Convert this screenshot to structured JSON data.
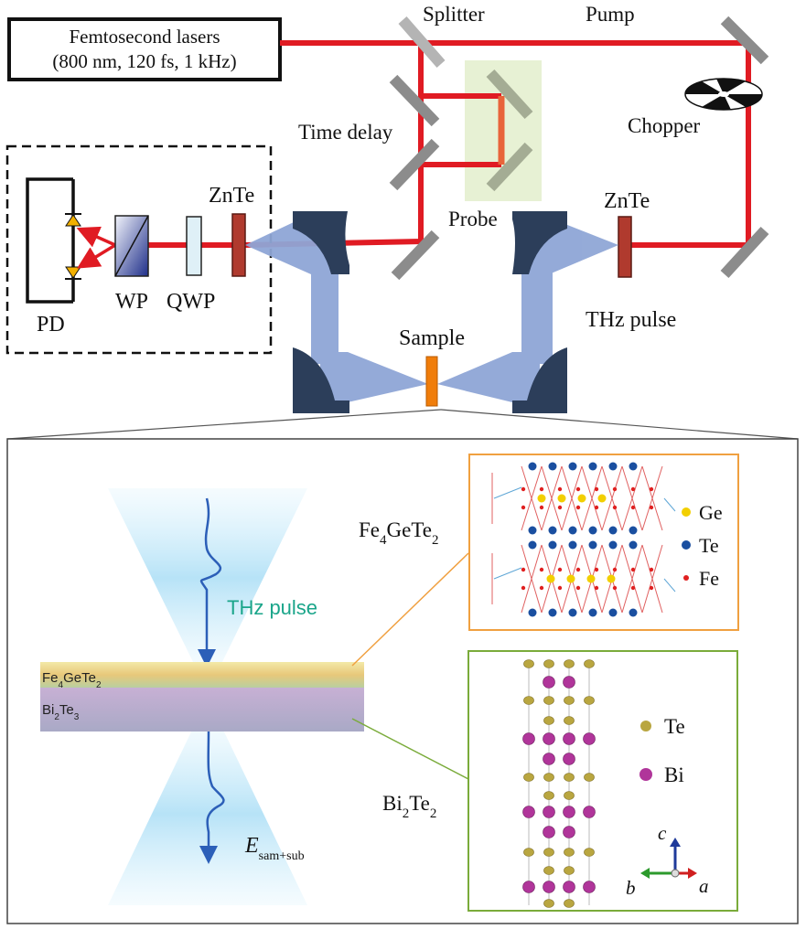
{
  "setup": {
    "laser_line1": "Femtosecond lasers",
    "laser_line2": "(800 nm, 120 fs, 1 kHz)",
    "splitter": "Splitter",
    "pump": "Pump",
    "chopper": "Chopper",
    "time_delay": "Time delay",
    "probe": "Probe",
    "znte_left": "ZnTe",
    "znte_right": "ZnTe",
    "thz_pulse": "THz pulse",
    "sample": "Sample",
    "pd": "PD",
    "wp": "WP",
    "qwp": "QWP"
  },
  "inset": {
    "thz_pulse": "THz pulse",
    "layer_top": {
      "base": "Fe",
      "sub1": "4",
      "mid": "GeTe",
      "sub2": "2"
    },
    "layer_bottom": {
      "base": "Bi",
      "sub1": "2",
      "mid": "Te",
      "sub2": "3"
    },
    "esam_main": "E",
    "esam_sub": "sam+sub",
    "callout_fgt": {
      "base": "Fe",
      "sub1": "4",
      "mid": "GeTe",
      "sub2": "2"
    },
    "callout_bt": {
      "base": "Bi",
      "sub1": "2",
      "mid": "Te",
      "sub2": "2"
    }
  },
  "fgt_legend": [
    {
      "label": "Ge",
      "color": "#f2cf00"
    },
    {
      "label": "Te",
      "color": "#1a4fa0"
    },
    {
      "label": "Fe",
      "color": "#e02020"
    }
  ],
  "bt_legend": [
    {
      "label": "Te",
      "color": "#b9a640"
    },
    {
      "label": "Bi",
      "color": "#b0359a"
    }
  ],
  "axes": {
    "c": "c",
    "b": "b",
    "a": "a"
  },
  "colors": {
    "beam": "#e01b23",
    "thz_beam": "#8fa6d6",
    "mirror_dark": "#2c3e5a",
    "mirror_gray": "#8c8c8c",
    "sample": "#f07d0a",
    "fgt_box": "#f0a040",
    "bt_box": "#7aab3a",
    "thz_text": "#1aa58a"
  }
}
